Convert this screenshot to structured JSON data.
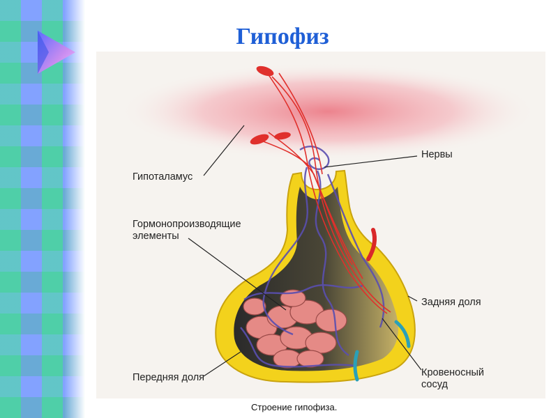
{
  "title": "Гипофиз",
  "caption": "Строение гипофиза.",
  "labels": {
    "hypothalamus": "Гипоталамус",
    "nerves": "Нервы",
    "hormone_elements_line1": "Гормонопроизводящие",
    "hormone_elements_line2": "элементы",
    "posterior_lobe": "Задняя доля",
    "anterior_lobe": "Передняя доля",
    "blood_vessel_line1": "Кровеносный",
    "blood_vessel_line2": "сосуд"
  },
  "colors": {
    "title": "#1f5fd6",
    "capsule": "#f2d21a",
    "nerve": "#e0302c",
    "vessel_purple": "#5a4fb0",
    "cells": "#e68a86",
    "hypothalamus_glow": "#ef8f98",
    "teal_vessel": "#2aa0b8"
  }
}
